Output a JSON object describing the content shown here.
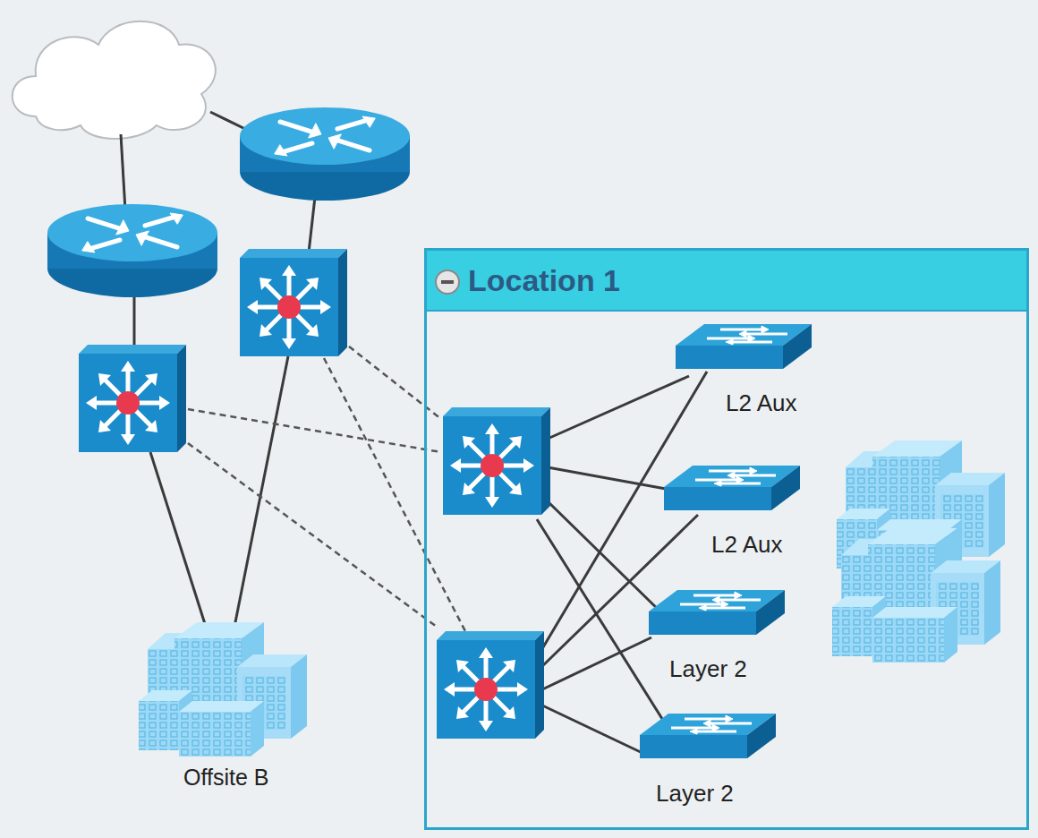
{
  "diagram": {
    "nodes": [
      {
        "text": [
          "Location 1"
        ]
      },
      {
        "text": [
          "L2 Aux"
        ],
        "in": 0
      },
      {
        "text": [
          "L2 Aux"
        ],
        "in": 0
      },
      {
        "text": [
          "Layer 2"
        ],
        "in": 0
      },
      {
        "text": [
          "Layer 2"
        ],
        "in": 0
      },
      {
        "text": [
          "Offsite B"
        ]
      }
    ]
  }
}
